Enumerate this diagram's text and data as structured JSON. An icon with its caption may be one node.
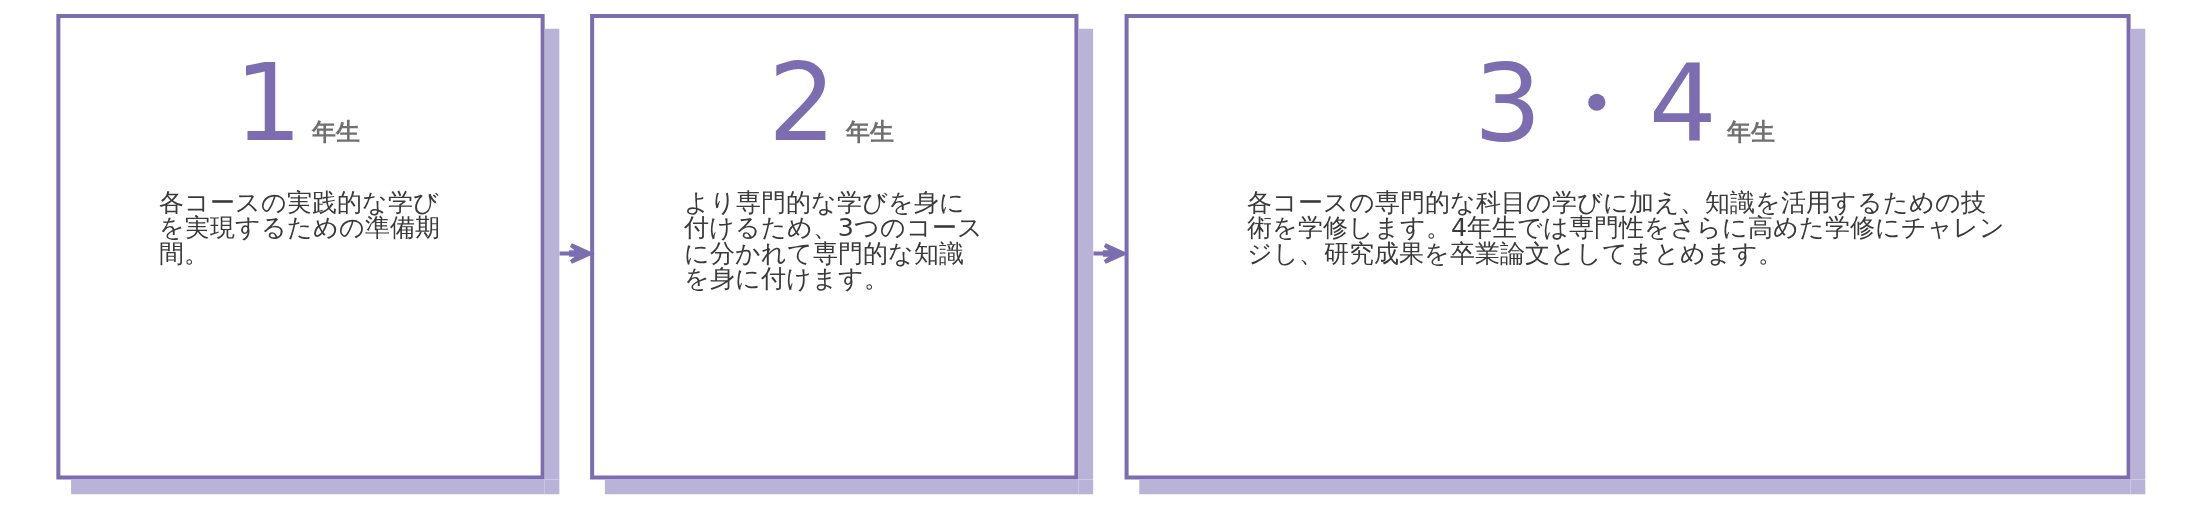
{
  "diagram": {
    "nodes": [
      {
        "text": [
          "1",
          "年生",
          "各コースの実践的な学びを実現するための準備期間。"
        ]
      },
      {
        "text": [
          "2",
          "年生",
          "より専門的な学びを身に付けるため、3つのコースに分かれて専門的な知識を身に付けます。"
        ]
      },
      {
        "text": [
          "3・4",
          "年生",
          "各コースの専門的な科目の学びに加え、知識を活用するための技術を学修します。4年生では専門性をさらに高めた学修にチャレンジし、研究成果を卒業論文としてまとめます。"
        ]
      }
    ],
    "edges": [
      {
        "from": 0,
        "to": 1,
        "arrow": "to"
      },
      {
        "from": 1,
        "to": 2,
        "arrow": "to"
      }
    ]
  }
}
